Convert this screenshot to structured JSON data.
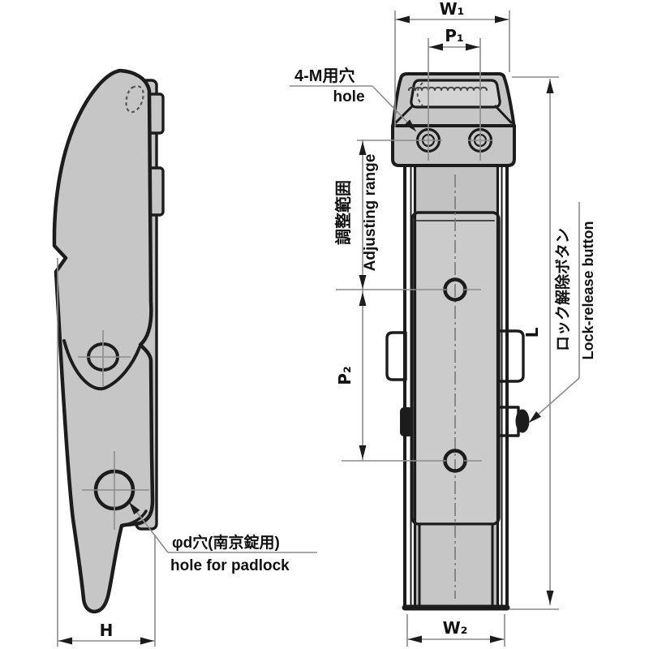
{
  "figure": {
    "labels": {
      "w1": "W₁",
      "p1": "P₁",
      "p2": "P₂",
      "w2": "W₂",
      "l": "L",
      "h": "H",
      "mounting_holes_jp": "4-M用穴",
      "mounting_holes_en": "hole",
      "adjusting_range_jp": "調整範囲",
      "adjusting_range_en": "Adjusting range",
      "lock_release_jp": "ロック解除ボタン",
      "lock_release_en": "Lock-release button",
      "padlock_jp": "φd穴(南京錠用)",
      "padlock_en": "hole for padlock"
    },
    "colors": {
      "background": "#ffffff",
      "line": "#1c1c1c",
      "body_fill": "#c6c6c6",
      "body_fill_inner": "#cbcbcb",
      "light_fill": "#d4d4d4",
      "thin_line": "#8c8c8c"
    }
  }
}
